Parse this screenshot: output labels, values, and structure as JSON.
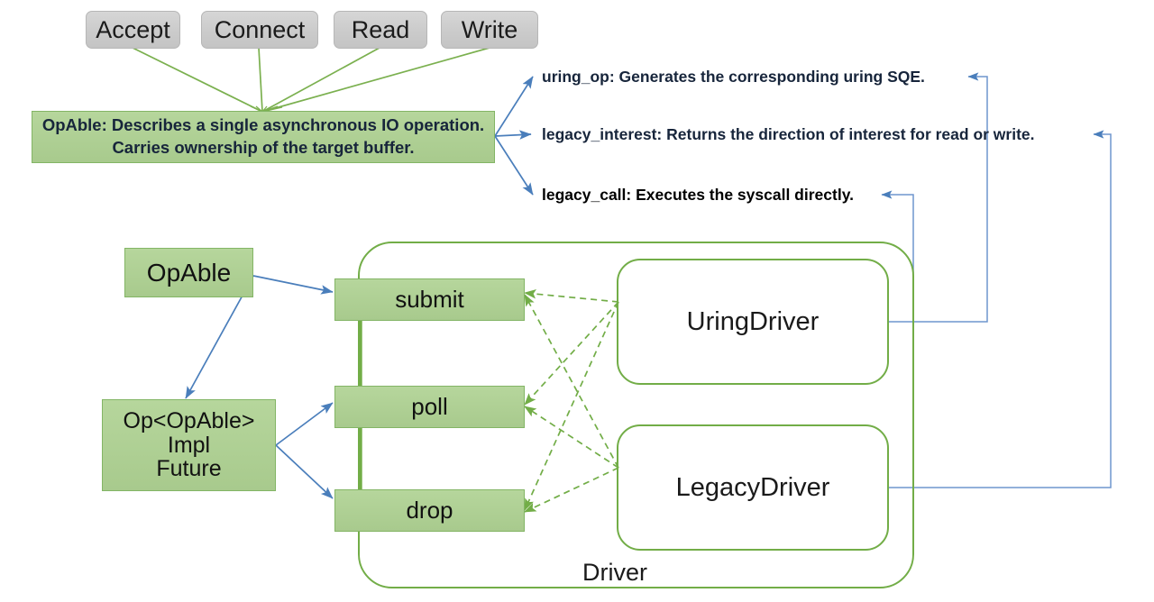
{
  "diagram": {
    "title": "OpAble / Driver architecture diagram",
    "colors": {
      "green_fill_light": "#b6d69c",
      "green_fill_dark": "#a8ca8d",
      "green_stroke": "#72ad47",
      "gray_fill": "#cbcbcb",
      "gray_stroke": "#b6b6b6",
      "blue_arrow": "#4a7ebb",
      "text_dark_navy": "#17253b",
      "text_black": "#000000"
    }
  },
  "operations": [
    {
      "label": "Accept"
    },
    {
      "label": "Connect"
    },
    {
      "label": "Read"
    },
    {
      "label": "Write"
    }
  ],
  "opable_description": {
    "line1": "OpAble: Describes a single asynchronous IO operation.",
    "line2": "Carries ownership of the target buffer."
  },
  "trait_methods": [
    {
      "label": "uring_op: Generates the corresponding uring SQE."
    },
    {
      "label": "legacy_interest: Returns the direction of interest for read or write."
    },
    {
      "label": "legacy_call: Executes the syscall directly."
    }
  ],
  "left_nodes": {
    "opable": "OpAble",
    "op_future": {
      "line1": "Op<OpAble>",
      "line2": "Impl",
      "line3": "Future"
    }
  },
  "driver_methods": [
    {
      "label": "submit"
    },
    {
      "label": "poll"
    },
    {
      "label": "drop"
    }
  ],
  "driver": {
    "label": "Driver",
    "implementations": [
      {
        "label": "UringDriver"
      },
      {
        "label": "LegacyDriver"
      }
    ]
  }
}
